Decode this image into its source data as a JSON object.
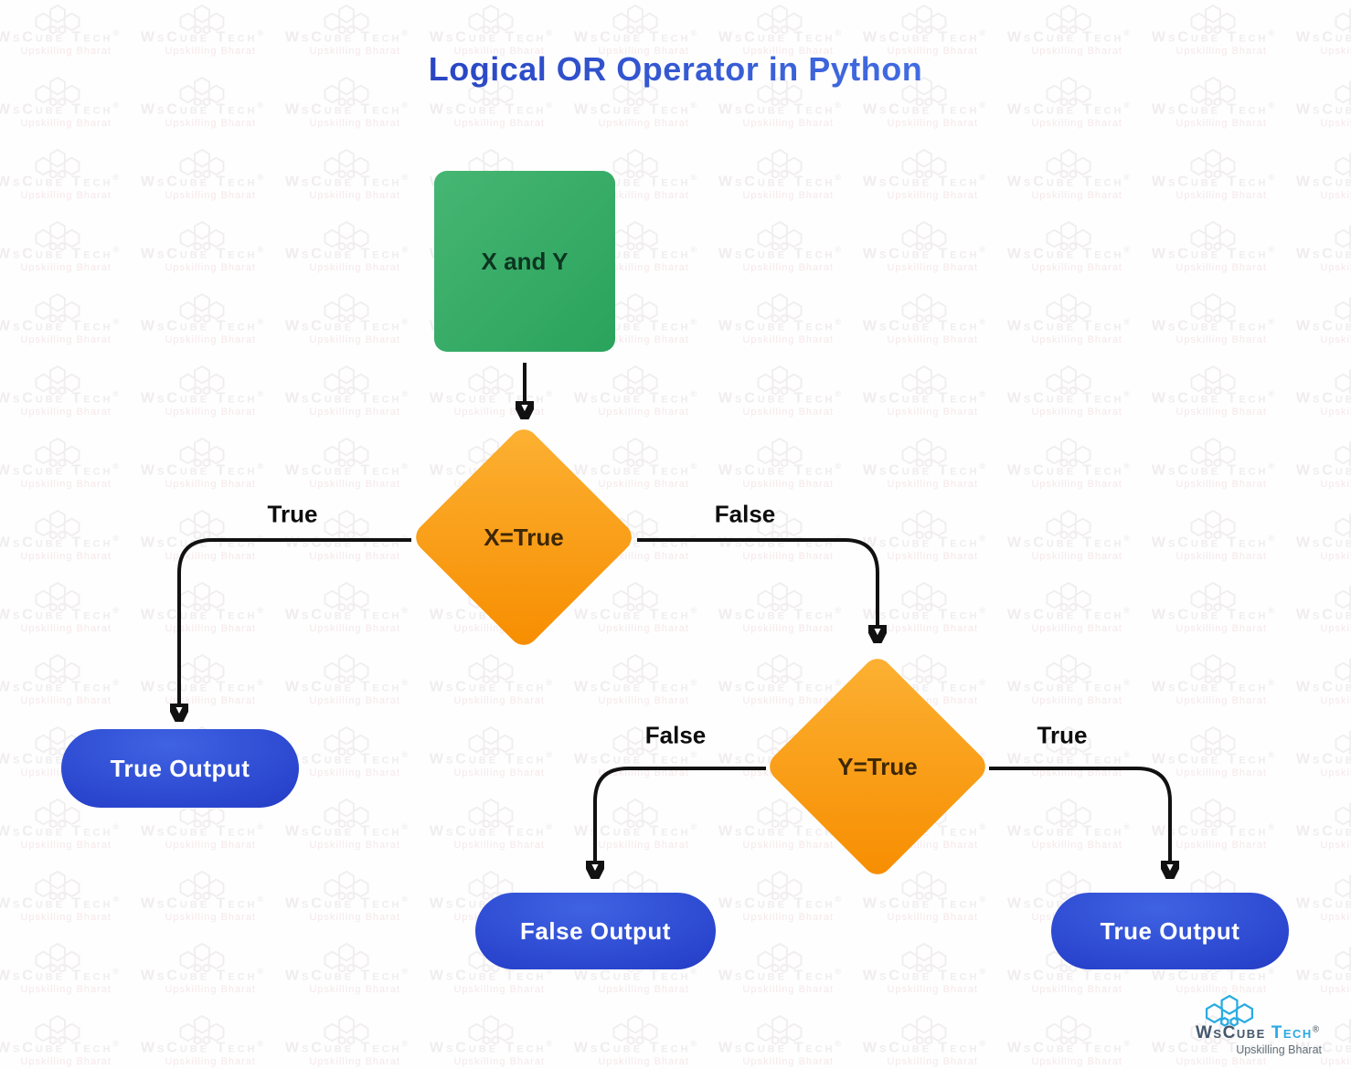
{
  "title": "Logical OR Operator in Python",
  "watermark": {
    "brand": "WsCube Tech",
    "tagline": "Upskilling Bharat",
    "reg": "®"
  },
  "flowchart": {
    "start": {
      "label": "X and Y"
    },
    "decisions": {
      "x": {
        "label": "X=True"
      },
      "y": {
        "label": "Y=True"
      }
    },
    "branch_labels": {
      "x_true": "True",
      "x_false": "False",
      "y_false": "False",
      "y_true": "True"
    },
    "outputs": {
      "true_left": "True Output",
      "false_mid": "False Output",
      "true_right": "True Output"
    }
  },
  "logo": {
    "name_primary": "WsCube",
    "name_secondary": "Tech",
    "reg": "®",
    "tagline": "Upskilling Bharat"
  },
  "colors": {
    "title_gradient_start": "#1d34b5",
    "title_gradient_end": "#4e7ef0",
    "start_node_green": "#2fa85f",
    "decision_orange": "#f9a11b",
    "output_blue": "#2944cd",
    "connector_black": "#111111",
    "logo_blue": "#29abe2",
    "logo_gray": "#455a64",
    "watermark_gray": "#f0edef"
  }
}
